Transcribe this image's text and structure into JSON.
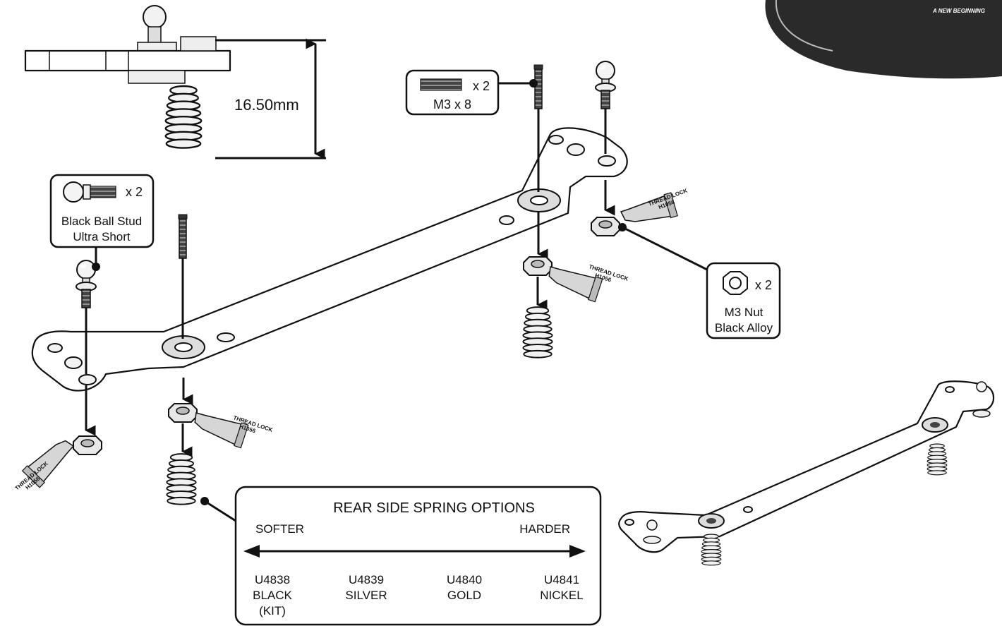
{
  "dimension": {
    "label": "16.50mm"
  },
  "callouts": {
    "set_screw": {
      "qty": "x 2",
      "name": "M3 x 8"
    },
    "ball_stud": {
      "qty": "x 2",
      "name_line1": "Black Ball Stud",
      "name_line2": "Ultra Short"
    },
    "nut": {
      "qty": "x 2",
      "name_line1": "M3 Nut",
      "name_line2": "Black Alloy"
    }
  },
  "thread_lock": {
    "line1": "THREAD LOCK",
    "line2": "H1056"
  },
  "spring_options": {
    "title": "REAR SIDE SPRING OPTIONS",
    "softer": "SOFTER",
    "harder": "HARDER",
    "options": [
      {
        "code": "U4838",
        "color": "BLACK",
        "note": "(KIT)"
      },
      {
        "code": "U4839",
        "color": "SILVER",
        "note": ""
      },
      {
        "code": "U4840",
        "color": "GOLD",
        "note": ""
      },
      {
        "code": "U4841",
        "color": "NICKEL",
        "note": ""
      }
    ]
  },
  "logo": {
    "tagline": "A NEW BEGINNING"
  }
}
